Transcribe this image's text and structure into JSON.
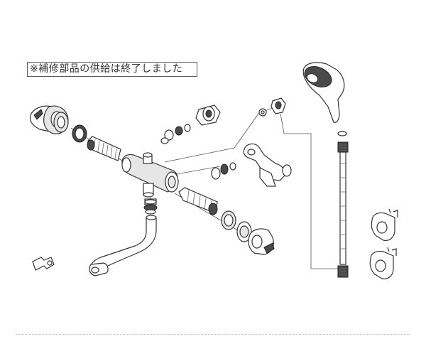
{
  "diagram": {
    "notice_text": "※補修部品の供給は終了しました",
    "parts": [
      "left-handle",
      "left-handle-ring",
      "left-nut",
      "left-cartridge",
      "faucet-body",
      "spout",
      "spout-adapter",
      "key-tool",
      "right-cartridge",
      "right-nut",
      "right-handle-ring",
      "right-handle",
      "top-fitting",
      "top-small-parts",
      "elbow-joint",
      "elbow-washer",
      "mid-small-parts",
      "wall-bracket",
      "shower-head",
      "hose-washer",
      "hose-nut",
      "shower-hose",
      "hose-end-nut",
      "hook-upper",
      "hook-lower"
    ]
  }
}
